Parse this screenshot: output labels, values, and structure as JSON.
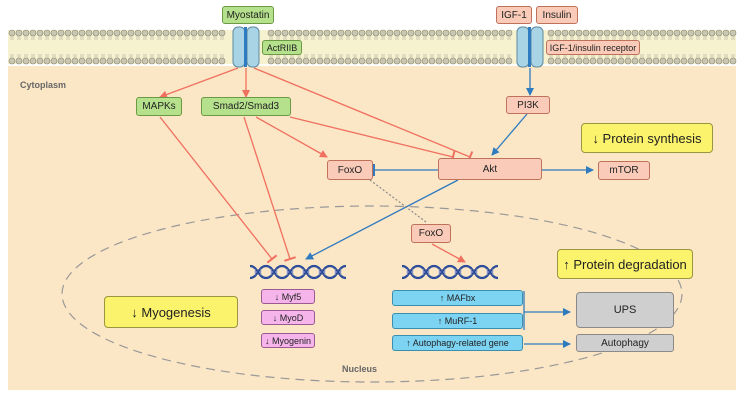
{
  "colors": {
    "cytoplasm": "#fbe6c6",
    "membrane": "#f4f0c4",
    "inhibit_arrow": "#f07060",
    "activate_arrow": "#2e7bbf",
    "nucleus_border": "#999999",
    "dna": "#2d4c9a"
  },
  "compartments": {
    "cytoplasm_label": "Cytoplasm",
    "nucleus_label": "Nucleus"
  },
  "ligands": {
    "myostatin": "Myostatin",
    "igf1": "IGF-1",
    "insulin": "Insulin"
  },
  "receptors": {
    "actriib": "ActRIIB",
    "igf_insulin_receptor": "IGF-1/insulin receptor"
  },
  "nodes": {
    "mapks": "MAPKs",
    "smad": "Smad2/Smad3",
    "pi3k": "PI3K",
    "foxo_cyto": "FoxO",
    "akt": "Akt",
    "mtor": "mTOR",
    "foxo_nuc": "FoxO"
  },
  "genes": {
    "myf5": "↓ Myf5",
    "myod": "↓ MyoD",
    "myogenin": "↓ Myogenin",
    "mafbx": "↑ MAFbx",
    "murf1": "↑ MuRF-1",
    "autophagy_gene": "↑ Autophagy-related gene"
  },
  "outcomes": {
    "protein_synthesis": "↓  Protein synthesis",
    "protein_degradation": "↑  Protein degradation",
    "myogenesis": "↓  Myogenesis",
    "ups": "UPS",
    "autophagy": "Autophagy"
  }
}
